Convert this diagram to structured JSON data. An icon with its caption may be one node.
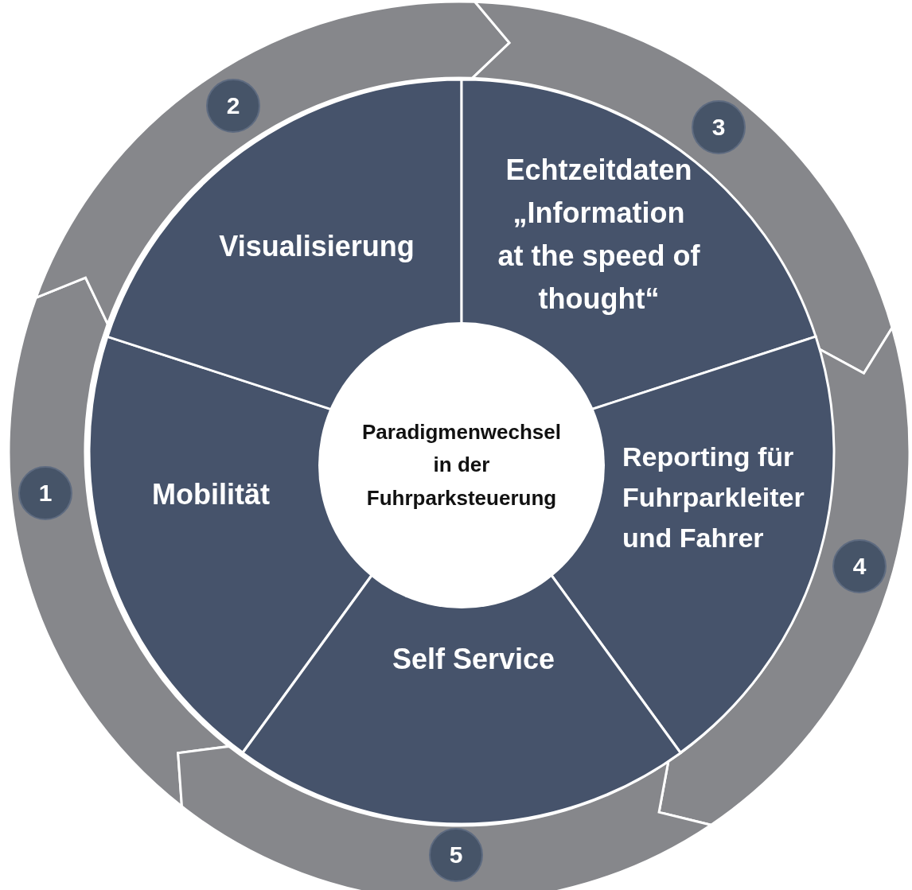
{
  "diagram": {
    "nodes": [
      {
        "text": [
          "Paradigmenwechsel in der Fuhrparksteuerung"
        ]
      },
      {
        "text": [
          "Mobilität"
        ]
      },
      {
        "text": [
          "Visualisierung"
        ]
      },
      {
        "text": [
          "Echtzeitdaten",
          "„Information at the speed of thought“"
        ]
      },
      {
        "text": [
          "Reporting für Fuhrparkleiter und Fahrer"
        ]
      },
      {
        "text": [
          "Self Service"
        ]
      },
      {
        "text": [
          "1"
        ]
      },
      {
        "text": [
          "2"
        ]
      },
      {
        "text": [
          "3"
        ]
      },
      {
        "text": [
          "4"
        ]
      },
      {
        "text": [
          "5"
        ]
      }
    ],
    "edges": []
  }
}
